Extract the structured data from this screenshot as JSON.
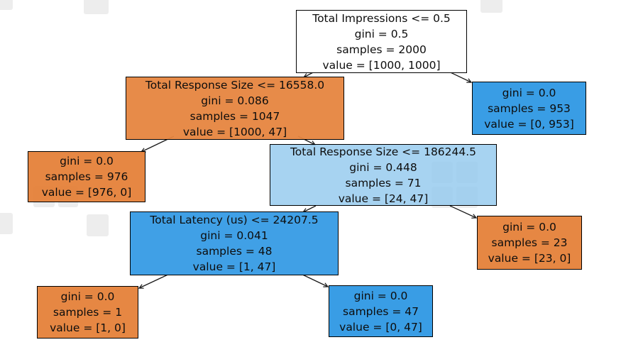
{
  "figure": {
    "type": "decision-tree-plot",
    "classes_count": 2
  },
  "colors": {
    "orange_pure": "#e58139",
    "orange_light": "#e6853f",
    "blue_pure": "#399de5",
    "blue_near_pure": "#40a0e6",
    "blue_light": "#a5d3f1",
    "root_fill": "#ffffff",
    "node_border": "#000000",
    "edge_stroke": "#1a1a1a",
    "background_square": "#ededed"
  },
  "tree": {
    "nodes": [
      {
        "name": "root",
        "condition": "Total Impressions <= 0.5",
        "gini": "gini = 0.5",
        "samples": "samples = 2000",
        "value": "value = [1000, 1000]"
      },
      {
        "name": "split-response-size-16558",
        "condition": "Total Response Size <= 16558.0",
        "gini": "gini = 0.086",
        "samples": "samples = 1047",
        "value": "value = [1000, 47]"
      },
      {
        "name": "leaf-953",
        "gini": "gini = 0.0",
        "samples": "samples = 953",
        "value": "value = [0, 953]"
      },
      {
        "name": "leaf-976",
        "gini": "gini = 0.0",
        "samples": "samples = 976",
        "value": "value = [976, 0]"
      },
      {
        "name": "split-response-size-186244",
        "condition": "Total Response Size <= 186244.5",
        "gini": "gini = 0.448",
        "samples": "samples = 71",
        "value": "value = [24, 47]"
      },
      {
        "name": "leaf-23",
        "gini": "gini = 0.0",
        "samples": "samples = 23",
        "value": "value = [23, 0]"
      },
      {
        "name": "split-latency-24207",
        "condition": "Total Latency (us) <= 24207.5",
        "gini": "gini = 0.041",
        "samples": "samples = 48",
        "value": "value = [1, 47]"
      },
      {
        "name": "leaf-1",
        "gini": "gini = 0.0",
        "samples": "samples = 1",
        "value": "value = [1, 0]"
      },
      {
        "name": "leaf-47",
        "gini": "gini = 0.0",
        "samples": "samples = 47",
        "value": "value = [0, 47]"
      }
    ]
  }
}
